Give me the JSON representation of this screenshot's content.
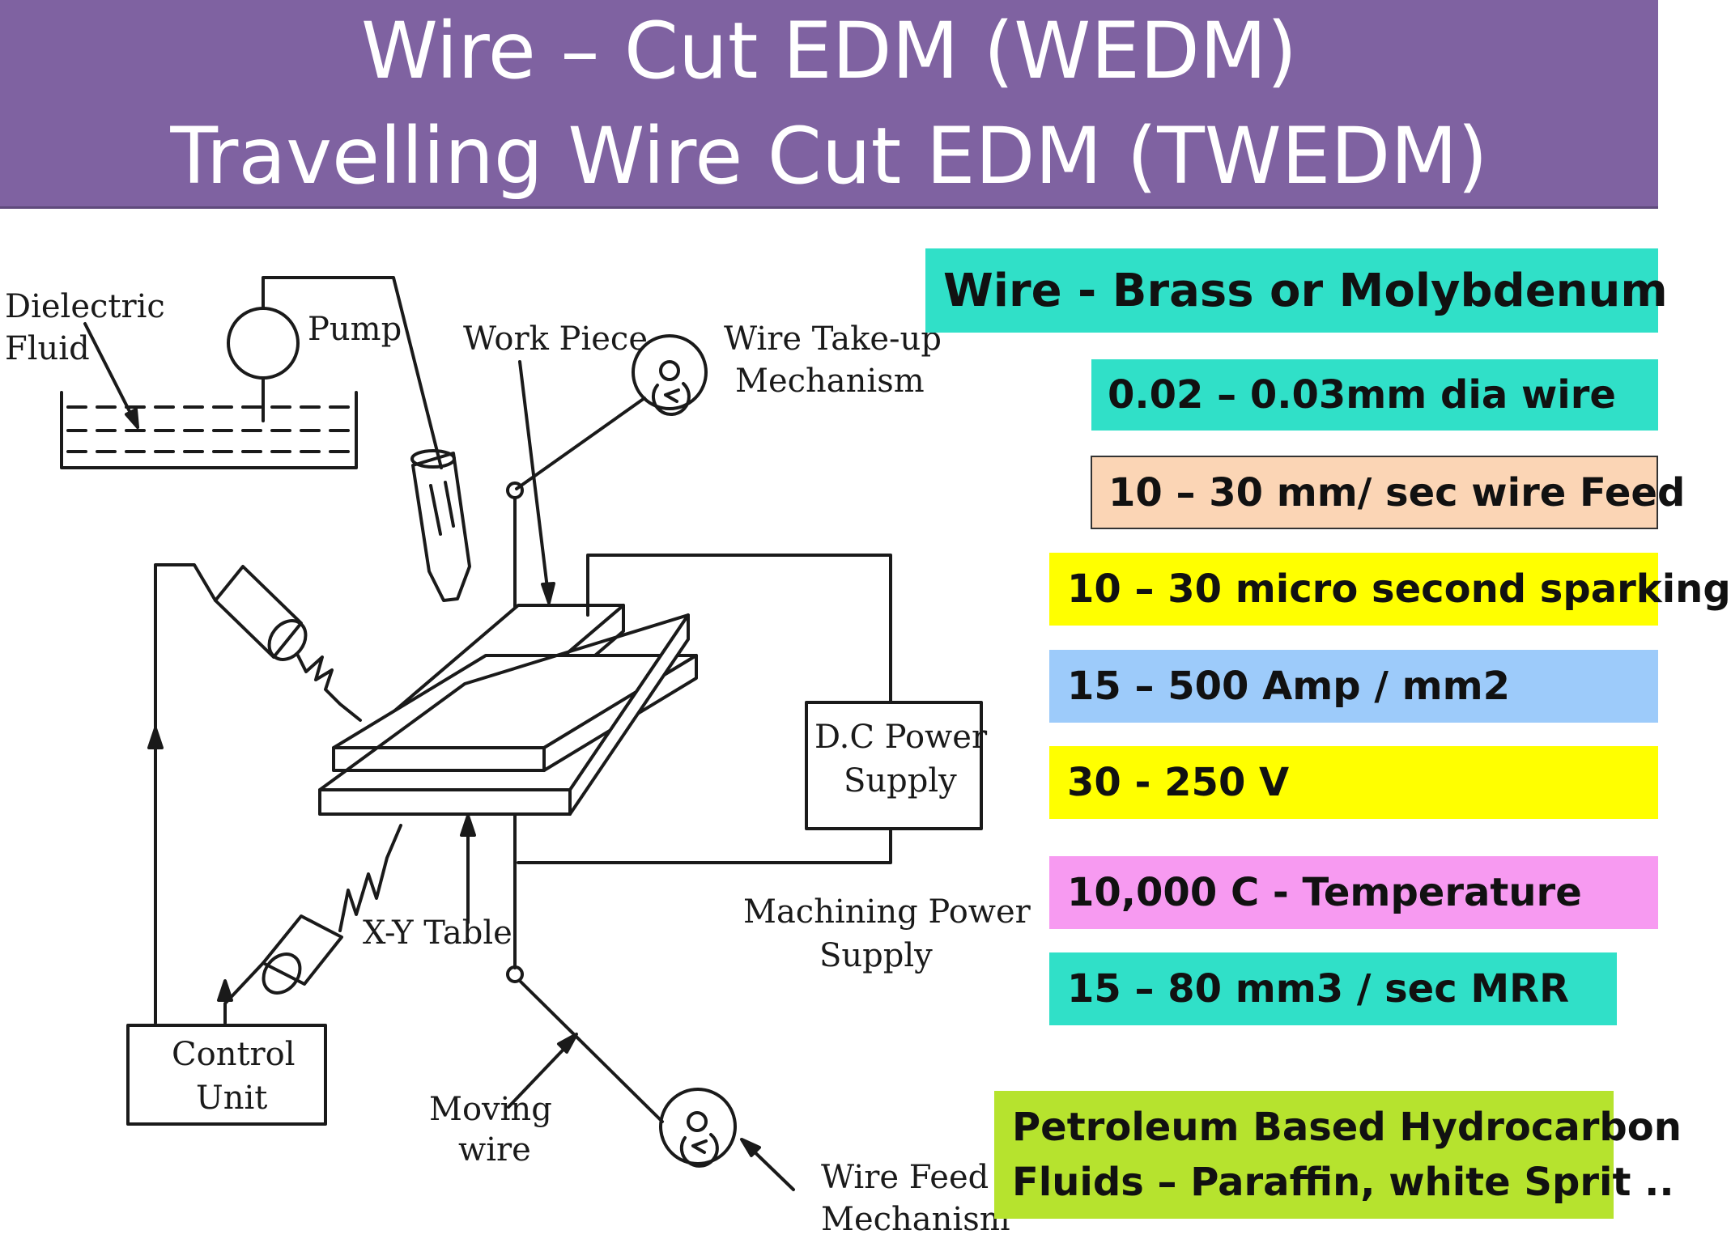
{
  "title": {
    "line1": "Wire – Cut EDM (WEDM)",
    "line2": "Travelling Wire Cut EDM (TWEDM)"
  },
  "diagram": {
    "labels": {
      "dielectric_1": "Dielectric",
      "dielectric_2": "Fluid",
      "pump": "Pump",
      "work_piece": "Work Piece",
      "takeup_1": "Wire Take-up",
      "takeup_2": "Mechanism",
      "dc_1": "D.C Power",
      "dc_2": "Supply",
      "mps_1": "Machining Power",
      "mps_2": "Supply",
      "xy_table": "X-Y Table",
      "control_1": "Control",
      "control_2": "Unit",
      "moving_1": "Moving",
      "moving_2": "wire",
      "feed_1": "Wire Feed",
      "feed_2": "Mechanism"
    }
  },
  "facts": {
    "wire": "Wire -  Brass  or Molybdenum",
    "diameter": "0.02 – 0.03mm dia wire",
    "feed": "10 – 30 mm/ sec  wire Feed",
    "sparking": "10 – 30 micro second sparking",
    "current": "15 – 500 Amp / mm2",
    "voltage": "30 -  250 V",
    "temperature": "10,000  C     - Temperature",
    "mrr": "15 – 80 mm3 / sec  MRR",
    "fluid_1": "Petroleum Based Hydrocarbon",
    "fluid_2": "Fluids – Paraffin, white Sprit .."
  },
  "colors": {
    "title_band": "#7F62A1",
    "cyan": "#30E0C8",
    "peach": "#FBD5B5",
    "yellow": "#FFFF00",
    "blue": "#9DCBFA",
    "pink": "#F79AF1",
    "green": "#B6E32E"
  }
}
